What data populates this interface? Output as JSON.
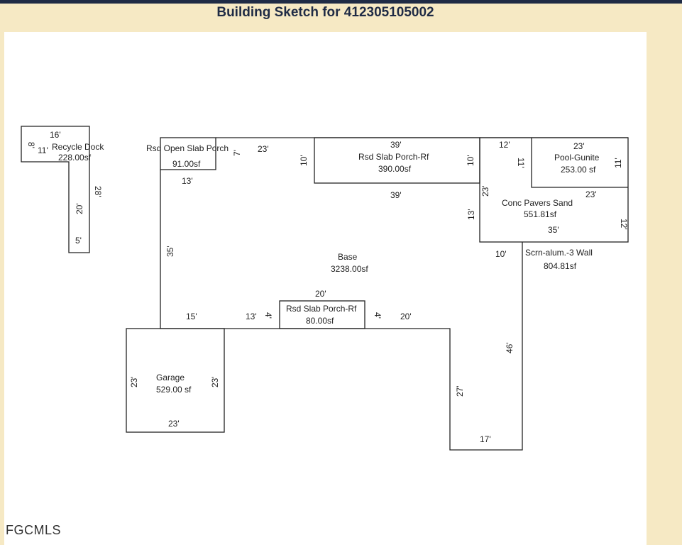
{
  "title": "Building Sketch for 412305105002",
  "watermark": "FGCMLS",
  "areas": {
    "recycle_dock": {
      "name": "Recycle Dock",
      "area": "228.00sf",
      "dims": [
        "16'",
        "8'",
        "11'",
        "28'",
        "20'",
        "5'"
      ]
    },
    "open_slab_porch": {
      "name": "Rsd Open Slab Porch",
      "area": "91.00sf",
      "dims": [
        "7'",
        "13'"
      ]
    },
    "slab_porch_top": {
      "name": "Rsd Slab Porch-Rf",
      "area": "390.00sf",
      "dims": [
        "39'",
        "10'",
        "10'",
        "39'"
      ]
    },
    "pool": {
      "name": "Pool-Gunite",
      "area": "253.00 sf",
      "dims": [
        "23'",
        "11'",
        "11'",
        "23'"
      ]
    },
    "pavers": {
      "name": "Conc Pavers Sand",
      "area": "551.81sf",
      "dims": [
        "12'",
        "23'",
        "13'",
        "12'",
        "35'"
      ]
    },
    "screen": {
      "name": "Scrn-alum.-3 Wall",
      "area": "804.81sf",
      "dims": [
        "10'",
        "46'",
        "27'",
        "17'"
      ]
    },
    "base": {
      "name": "Base",
      "area": "3238.00sf",
      "dims": [
        "23'",
        "35'",
        "15'",
        "13'",
        "20'"
      ]
    },
    "slab_porch_small": {
      "name": "Rsd Slab Porch-Rf",
      "area": "80.00sf",
      "dims": [
        "20'",
        "4'",
        "4'"
      ]
    },
    "garage": {
      "name": "Garage",
      "area": "529.00 sf",
      "dims": [
        "23'",
        "23'",
        "23'"
      ]
    }
  }
}
